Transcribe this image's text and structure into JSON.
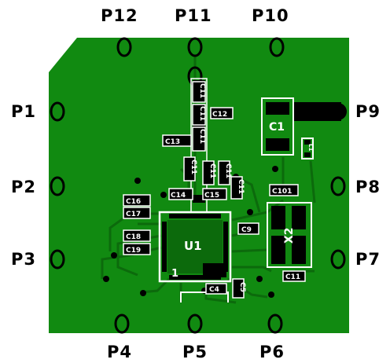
{
  "pins": {
    "p12": "P12",
    "p11": "P11",
    "p10": "P10",
    "p1": "P1",
    "p2": "P2",
    "p3": "P3",
    "p9": "P9",
    "p8": "P8",
    "p7": "P7",
    "p4": "P4",
    "p5": "P5",
    "p6": "P6"
  },
  "components": {
    "u1": "U1",
    "u1_pin1": "1",
    "x2": "X2",
    "c1": "C1",
    "c12": "C12",
    "c13": "C13",
    "c14": "C14",
    "c15": "C15",
    "c16": "C16",
    "c17": "C17",
    "c18": "C18",
    "c19": "C19",
    "c11a": "C11",
    "c11b": "C11",
    "c11c": "C11",
    "c11d": "C11",
    "c11e": "C11",
    "c11f": "C11",
    "c11g": "C11",
    "c11h": "C11",
    "c4": "C4",
    "c5": "C5",
    "c9": "C9",
    "c101": "C101",
    "l1": "L1"
  },
  "colors": {
    "board": "#118a11",
    "trace": "#0c6a0c",
    "silkscreen": "#ffffff",
    "pad": "#000000"
  }
}
